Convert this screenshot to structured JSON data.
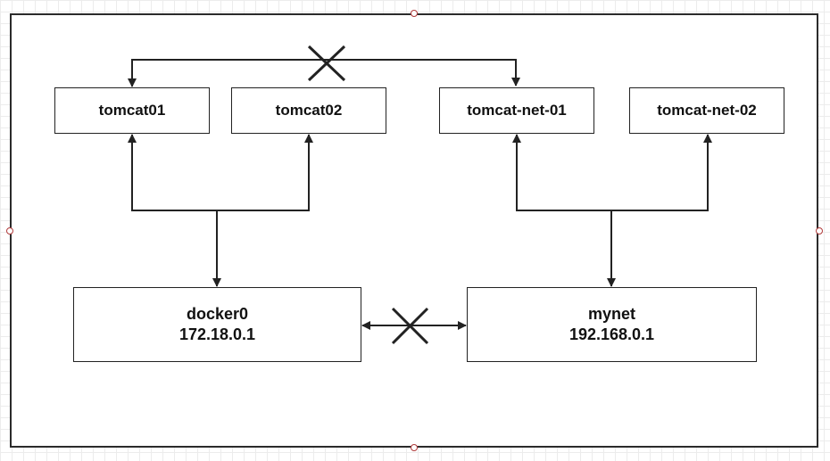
{
  "diagram": {
    "containers": [
      {
        "id": "tomcat01",
        "label": "tomcat01"
      },
      {
        "id": "tomcat02",
        "label": "tomcat02"
      },
      {
        "id": "tomcat-net-01",
        "label": "tomcat-net-01"
      },
      {
        "id": "tomcat-net-02",
        "label": "tomcat-net-02"
      }
    ],
    "networks": [
      {
        "id": "docker0",
        "name": "docker0",
        "ip": "172.18.0.1"
      },
      {
        "id": "mynet",
        "name": "mynet",
        "ip": "192.168.0.1"
      }
    ],
    "connections": [
      {
        "from": "docker0",
        "to": [
          "tomcat01",
          "tomcat02"
        ],
        "blocked": false
      },
      {
        "from": "mynet",
        "to": [
          "tomcat-net-01",
          "tomcat-net-02"
        ],
        "blocked": false
      },
      {
        "from": "tomcat01",
        "to": [
          "tomcat-net-01"
        ],
        "blocked": true
      },
      {
        "from": "docker0",
        "to": [
          "mynet"
        ],
        "blocked": true
      }
    ],
    "colors": {
      "stroke": "#222222",
      "frame": "#2b2b2b",
      "handle": "#b03a3a",
      "grid": "#ececec"
    }
  }
}
